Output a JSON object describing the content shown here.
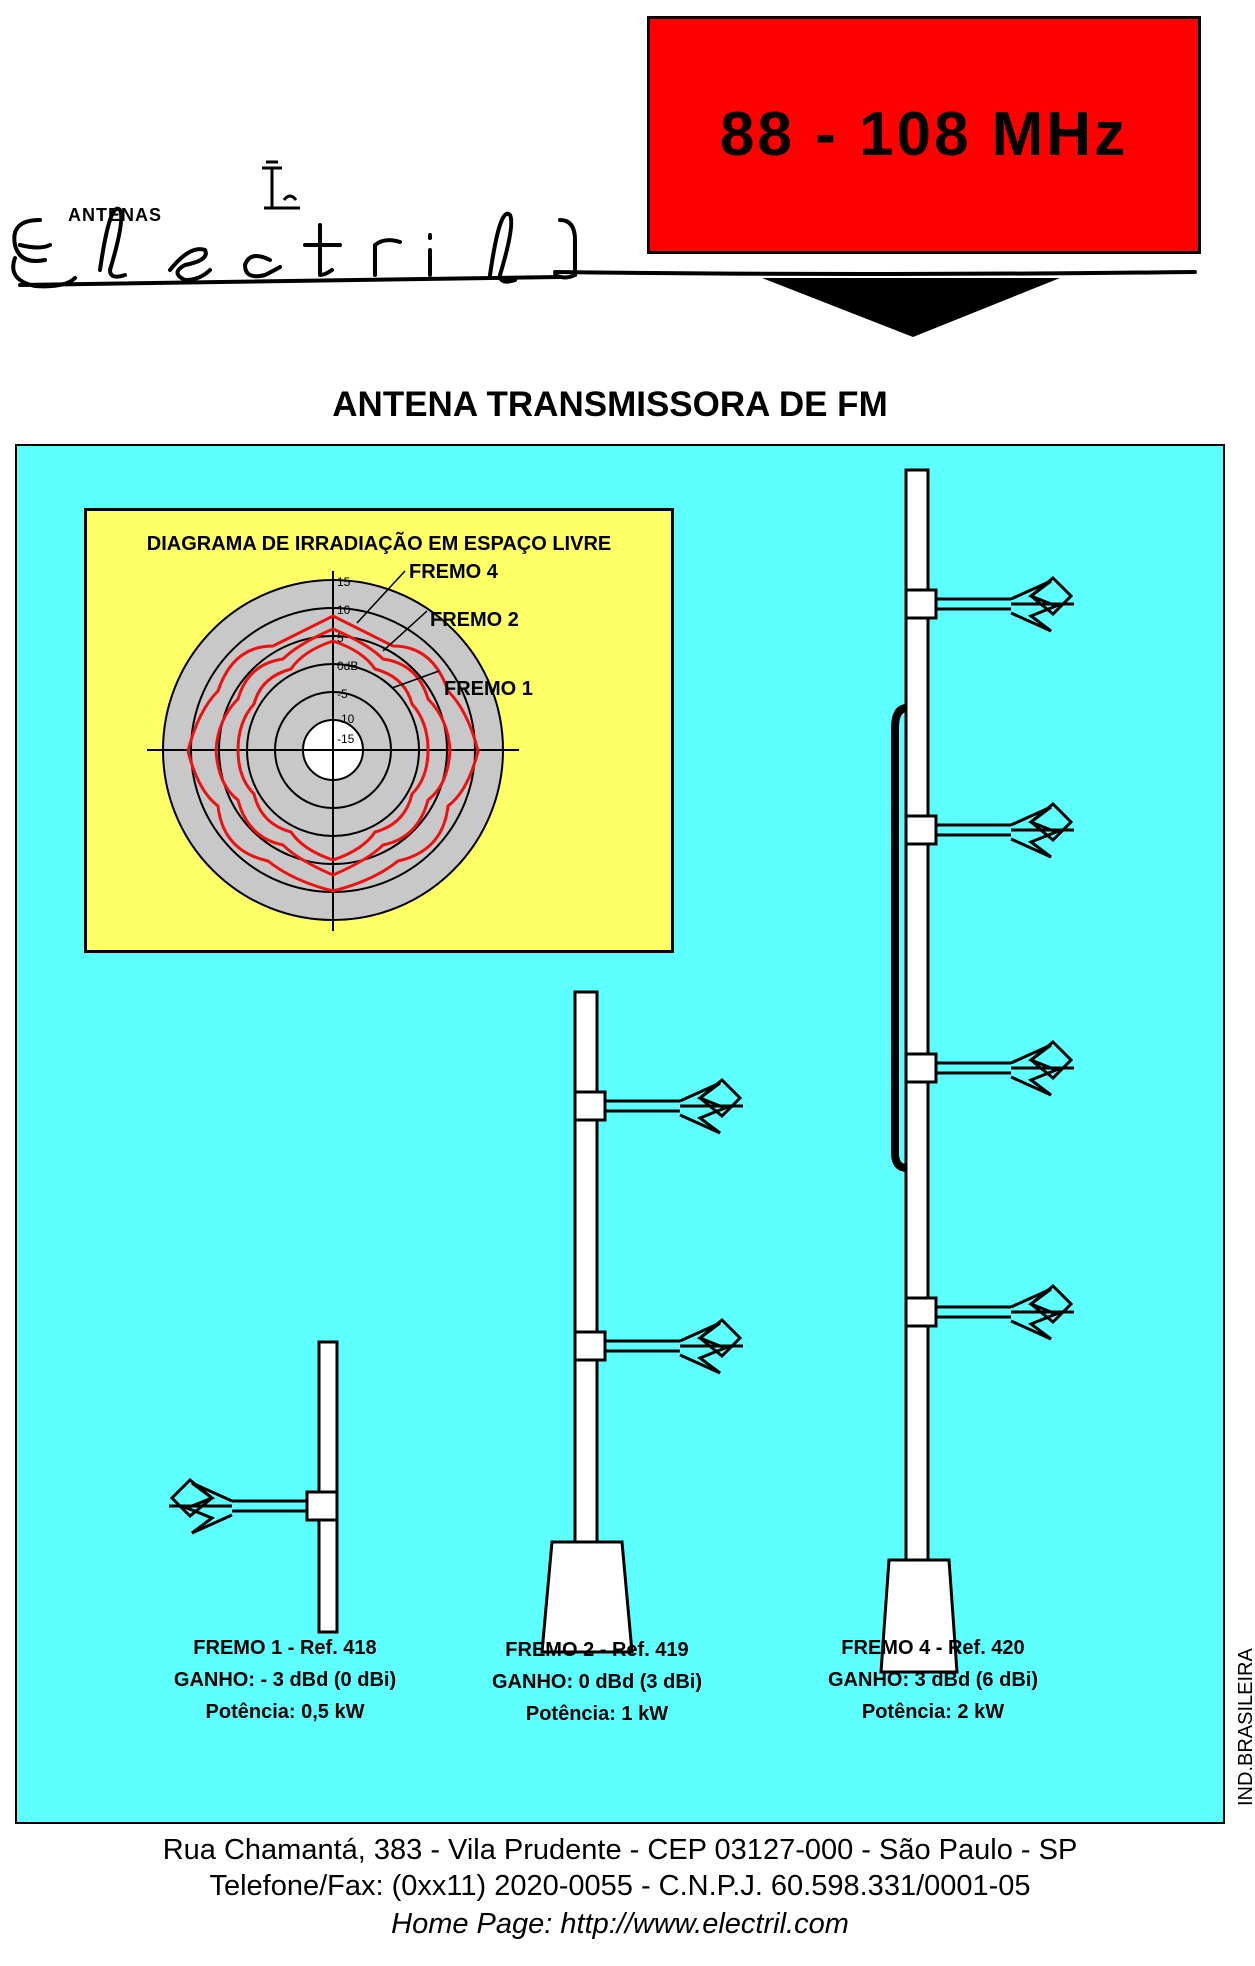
{
  "header": {
    "frequency": "88 - 108 MHz",
    "brand_small": "ANTENAS",
    "brand_name": "Electril",
    "colors": {
      "freq_box": "#ff0000",
      "panel": "#5effff",
      "diagram": "#ffff66",
      "curves": "#ee1111"
    }
  },
  "title": "ANTENA TRANSMISSORA DE FM",
  "diagram": {
    "title": "DIAGRAMA DE IRRADIAÇÃO EM ESPAÇO LIVRE",
    "scale_labels": [
      "15",
      "10",
      "5",
      "0dB",
      "-5",
      "-10",
      "-15"
    ],
    "curve_labels": [
      "FREMO 4",
      "FREMO 2",
      "FREMO 1"
    ]
  },
  "antennas": [
    {
      "name": "FREMO 1 - Ref. 418",
      "gain": "GANHO: - 3 dBd (0 dBi)",
      "power": "Potência: 0,5 kW",
      "bays": 1
    },
    {
      "name": "FREMO 2 - Ref. 419",
      "gain": "GANHO: 0 dBd (3 dBi)",
      "power": "Potência: 1 kW",
      "bays": 2
    },
    {
      "name": "FREMO 4 - Ref. 420",
      "gain": "GANHO: 3 dBd (6 dBi)",
      "power": "Potência: 2 kW",
      "bays": 4
    }
  ],
  "vertical_text": "IND.BRASILEIRA",
  "footer": {
    "address": "Rua Chamantá, 383 - Vila Prudente - CEP 03127-000 - São Paulo - SP",
    "phone": "Telefone/Fax: (0xx11) 2020-0055 - C.N.P.J. 60.598.331/0001-05",
    "home_page": "Home Page: http://www.electril.com"
  }
}
